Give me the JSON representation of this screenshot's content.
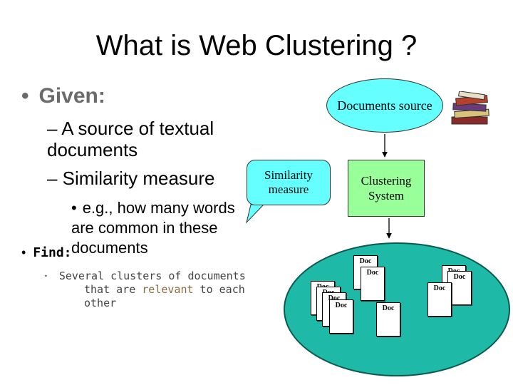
{
  "slide": {
    "title": "What is Web Clustering ?",
    "given_label": "Given:",
    "given_items": [
      "– A source of textual documents",
      "– Similarity measure"
    ],
    "example_bullet": "e.g., how many words are common in these documents",
    "find_label": "Find:",
    "find_item": {
      "before": "Several clusters of documents",
      "line2_before": "that are ",
      "relevant": "relevant",
      "line2_after": " to each other"
    }
  },
  "diagram": {
    "documents_source": "Documents source",
    "similarity_measure": "Similarity measure",
    "clustering_system": "Clustering System",
    "doc_label": "Doc",
    "colors": {
      "source_fill": "#66ffff",
      "cluster_system_fill": "#99ff99",
      "cluster_oval_fill": "#1fb9a8"
    }
  },
  "icons": {
    "bullet": "•",
    "books": "stack-of-books-icon"
  }
}
